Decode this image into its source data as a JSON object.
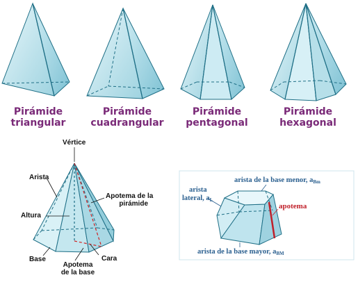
{
  "pyramids": [
    {
      "line1": "Pirámide",
      "line2": "triangular"
    },
    {
      "line1": "Pirámide",
      "line2": "cuadrangular"
    },
    {
      "line1": "Pirámide",
      "line2": "pentagonal"
    },
    {
      "line1": "Pirámide",
      "line2": "hexagonal"
    }
  ],
  "parts": {
    "vertice": "Vértice",
    "arista": "Arista",
    "apotema_piramide_1": "Apotema de la",
    "apotema_piramide_2": "pirámide",
    "altura": "Altura",
    "base": "Base",
    "cara": "Cara",
    "apotema_base_1": "Apotema",
    "apotema_base_2": "de la base"
  },
  "frustum": {
    "arista_base_menor": "arista de la base menor, a",
    "arista_base_menor_sub": "Bm",
    "arista_lateral_1": "arista",
    "arista_lateral_2": "lateral, a",
    "arista_lateral_sub": "L",
    "apotema": "apotema",
    "arista_base_mayor": "arista de la base mayor, a",
    "arista_base_mayor_sub": "BM"
  },
  "colors": {
    "label_purple": "#7a2a78",
    "blue_text": "#2a5f8f",
    "red": "#c0202a",
    "edge": "#1f6f86",
    "face": "#bfe6ef"
  }
}
